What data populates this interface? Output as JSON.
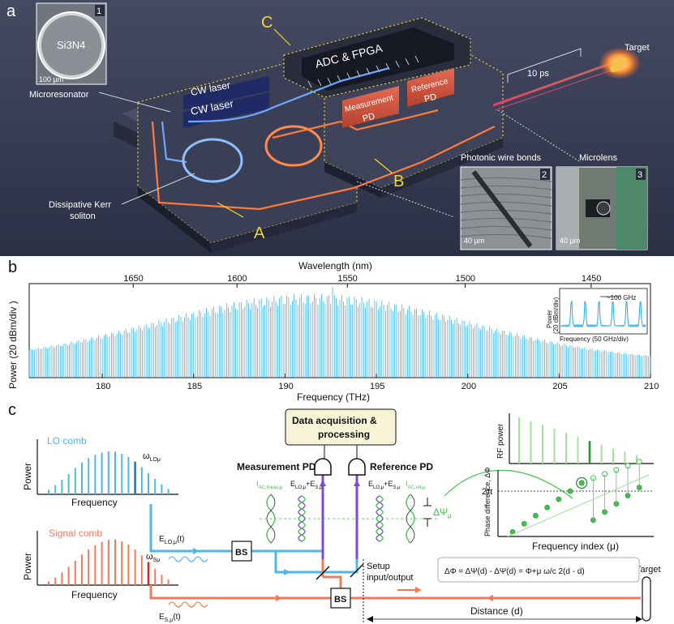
{
  "panel_a": {
    "label": "a",
    "tags": [
      "1",
      "2",
      "3"
    ],
    "chip_material": "Si3N4",
    "scale_100": "100 µm",
    "microresonator": "Microresonator",
    "cw_laser_1": "CW laser",
    "cw_laser_2": "CW laser",
    "adc": "ADC & FPGA",
    "measurement_pd": [
      "Measurement",
      "PD"
    ],
    "reference_pd": [
      "Reference",
      "PD"
    ],
    "marker_a": "A",
    "marker_b": "B",
    "marker_c": "C",
    "soliton": [
      "Dissipative Kerr",
      "soliton"
    ],
    "pulse": "10 ps",
    "target": "Target",
    "wire_bonds": "Photonic wire bonds",
    "microlens": "Microlens",
    "scale_40a": "40 µm",
    "scale_40b": "40 µm",
    "colors": {
      "background": "#3c4159",
      "blue": "#6ea8ff",
      "orange": "#ff7a3d",
      "yellow": "#f2d630"
    }
  },
  "panel_b": {
    "label": "b",
    "inset_ylabel": [
      "Power",
      "(20 dBm/div)"
    ],
    "inset_xlabel": "Frequency (50 GHz/div)",
    "inset_annotation": "~100 GHz"
  },
  "chart_data": {
    "type": "line",
    "xlabel": "Frequency (THz)",
    "ylabel": "Power (20 dBm/div )",
    "top_axis_label": "Wavelength (nm)",
    "xlim": [
      176,
      210
    ],
    "x_ticks": [
      180,
      185,
      190,
      195,
      200,
      205,
      210
    ],
    "top_ticks": [
      1650,
      1600,
      1550,
      1500,
      1450
    ],
    "comb_center_thz": 191.5,
    "comb_pump_thz": 192.6,
    "comb_spacing_ghz": 100,
    "series_color": "#2aa8e0"
  },
  "panel_c": {
    "label": "c",
    "daq": [
      "Data acquisition &",
      "processing"
    ],
    "lo_comb": "LO comb",
    "signal_comb": "Signal comb",
    "power": "Power",
    "frequency": "Frequency",
    "omega_lo": "ω",
    "omega_lo_sub": "LOμ",
    "omega_s": "ω",
    "omega_s_sub": "Sμ",
    "e_lo": "E",
    "e_lo_sub": "LO,μ",
    "e_lo_t": "(t)",
    "e_s": "E",
    "e_s_sub": "S,μ",
    "e_s_t": "(t)",
    "bs1": "BS",
    "bs2": "BS",
    "measurement_pd": "Measurement PD",
    "reference_pd": "Reference PD",
    "i_meas": "I",
    "i_meas_sub": "AC,meas,μ",
    "sum_meas": "E",
    "sum_meas_sub1": "LO,μ",
    "sum_meas_plus": "+E",
    "sum_meas_sub2": "S,μ",
    "sum_ref": "E",
    "sum_ref_sub1": "LO,μ",
    "sum_ref_plus": "+E",
    "sum_ref_sub2": "S,μ",
    "i_ref": "I",
    "i_ref_sub": "AC,ref,μ",
    "delta_psi": "ΔΨ",
    "delta_psi_sub": "μ",
    "setup_io": [
      "Setup",
      "input/output"
    ],
    "distance": "Distance (d)",
    "target": "Target",
    "rf_power": "RF power",
    "phase_ylabel": "Phase difference, ΔΦ",
    "two_pi": "2π",
    "freq_index": "Frequency index (μ)",
    "formula": "ΔΦ = ΔΨ(d) - ΔΨ(d) = Φ+μ ω/c 2(d - d)",
    "colors": {
      "lo": "#4db8e8",
      "signal": "#f07b5b",
      "green": "#3ec24a",
      "purple": "#7b4ad8",
      "box": "#f7f4d8"
    },
    "lo_comb_levels": [
      0.1,
      0.2,
      0.32,
      0.45,
      0.58,
      0.7,
      0.8,
      0.87,
      0.92,
      0.95,
      0.94,
      0.89,
      0.82,
      0.72,
      0.6,
      0.47,
      0.34,
      0.22,
      0.12
    ],
    "lo_highlight_index": 13,
    "signal_comb_levels": [
      0.08,
      0.16,
      0.27,
      0.39,
      0.52,
      0.65,
      0.76,
      0.85,
      0.92,
      0.96,
      0.97,
      0.93,
      0.86,
      0.76,
      0.63,
      0.49,
      0.35,
      0.22,
      0.12
    ],
    "signal_highlight_index": 15,
    "rf_power_levels": [
      0.98,
      0.9,
      0.82,
      0.74,
      0.65,
      0.57,
      0.48,
      0.4,
      0.32,
      0.25,
      0.18
    ],
    "rf_highlight_index": 6,
    "phase_points_wrapped": [
      0.1,
      0.28,
      0.46,
      0.64,
      0.82,
      1.0,
      1.18,
      0.36,
      0.54,
      0.72,
      0.9,
      1.08
    ],
    "phase_highlight_index": 6
  }
}
